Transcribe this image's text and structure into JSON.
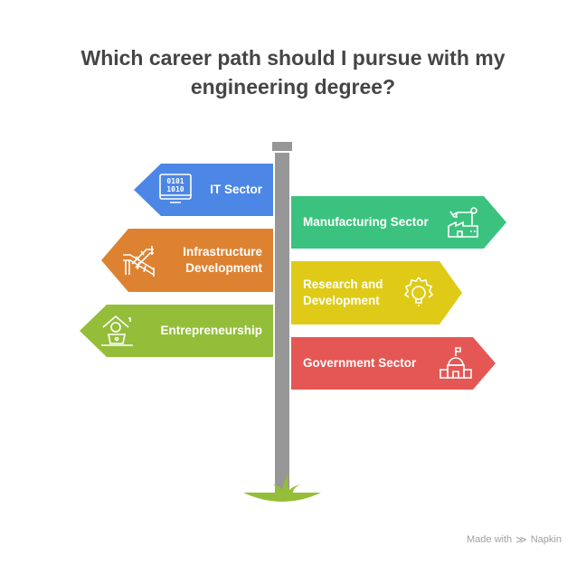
{
  "title": {
    "line1": "Which career path should I pursue with my",
    "line2": "engineering degree?"
  },
  "signs": [
    {
      "label": "IT Sector",
      "icon": "binary-monitor-icon",
      "color": "#4D87E5",
      "side": "left"
    },
    {
      "label": "Manufacturing Sector",
      "icon": "factory-robot-arm-icon",
      "color": "#3CC27F",
      "side": "right"
    },
    {
      "label_line1": "Infrastructure",
      "label_line2": "Development",
      "icon": "bridge-icon",
      "color": "#DD8231",
      "side": "left"
    },
    {
      "label_line1": "Research and",
      "label_line2": "Development",
      "icon": "gear-lightbulb-icon",
      "color": "#DFCB17",
      "side": "right"
    },
    {
      "label": "Entrepreneurship",
      "icon": "home-laptop-icon",
      "color": "#94BE3A",
      "side": "left"
    },
    {
      "label": "Government Sector",
      "icon": "capitol-building-icon",
      "color": "#E45754",
      "side": "right"
    }
  ],
  "footer": {
    "made_with": "Made with",
    "brand": "Napkin"
  }
}
